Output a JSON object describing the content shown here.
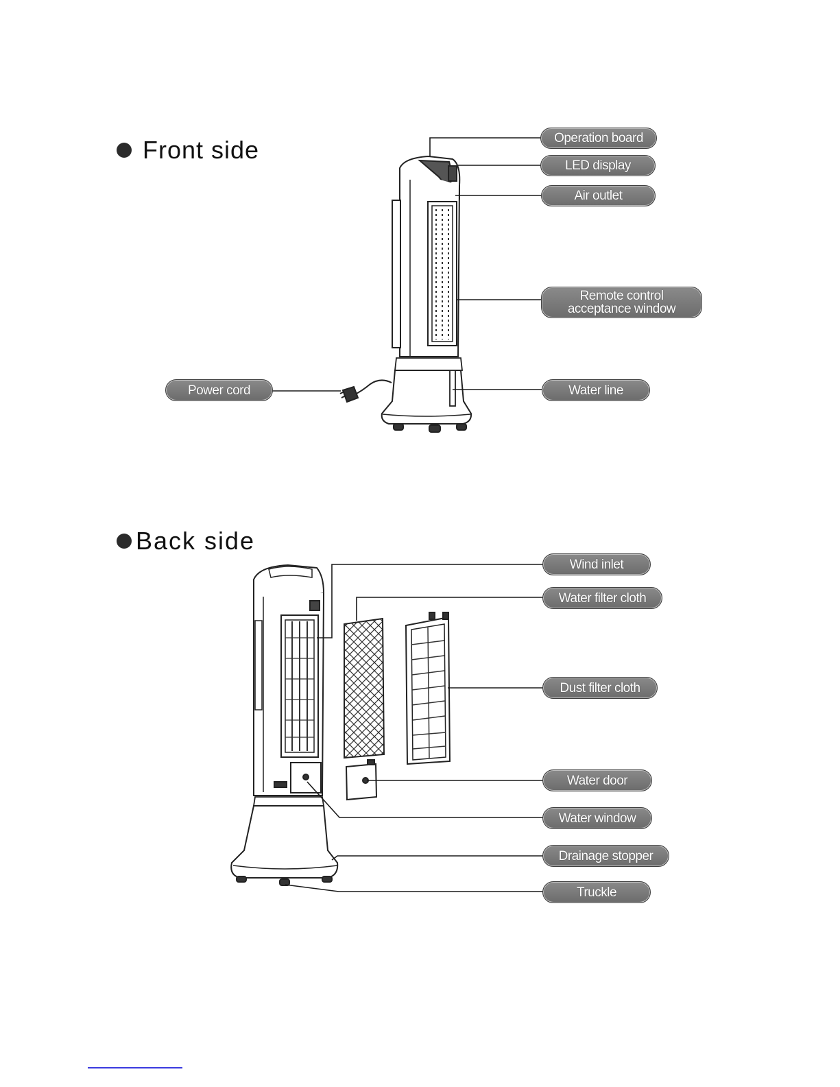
{
  "front": {
    "title": "Front side",
    "labels": {
      "operation_board": "Operation board",
      "led_display": "LED display",
      "air_outlet": "Air outlet",
      "remote_window_line1": "Remote control",
      "remote_window_line2": "acceptance window",
      "power_cord": "Power cord",
      "water_line": "Water line"
    }
  },
  "back": {
    "title": "Back side",
    "labels": {
      "wind_inlet": "Wind inlet",
      "water_filter_cloth": "Water filter cloth",
      "dust_filter_cloth": "Dust filter cloth",
      "water_door": "Water door",
      "water_window": "Water window",
      "drainage_stopper": "Drainage stopper",
      "truckle": "Truckle"
    }
  },
  "colors": {
    "pill": "#777777",
    "line": "#1a1a1a",
    "footer_rule": "#3a3adf"
  }
}
